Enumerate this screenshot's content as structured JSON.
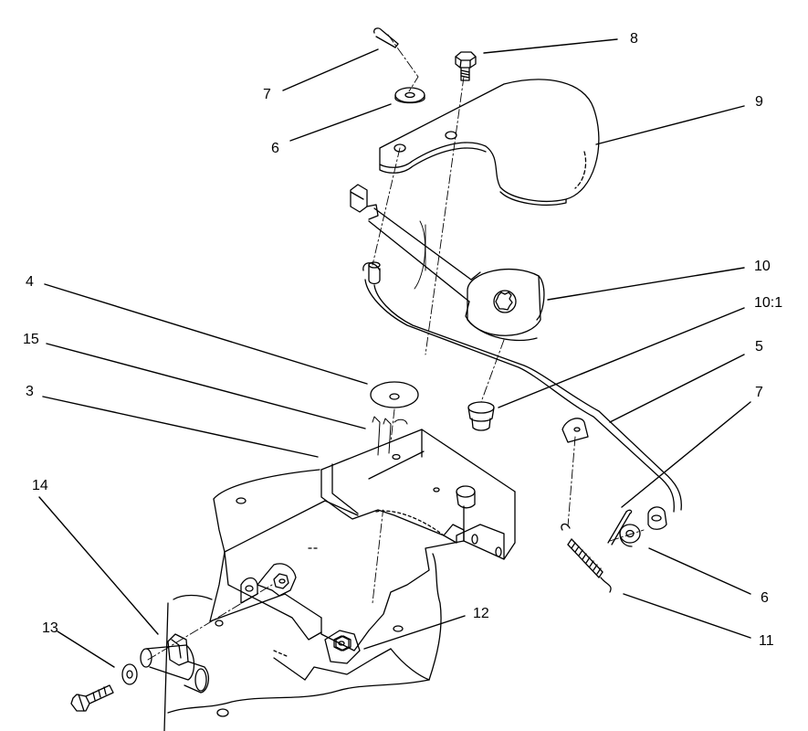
{
  "diagram": {
    "callouts": [
      {
        "id": "c-7-top",
        "label": "7"
      },
      {
        "id": "c-8",
        "label": "8"
      },
      {
        "id": "c-9",
        "label": "9"
      },
      {
        "id": "c-6-top",
        "label": "6"
      },
      {
        "id": "c-10",
        "label": "10"
      },
      {
        "id": "c-10-1",
        "label": "10:1"
      },
      {
        "id": "c-4",
        "label": "4"
      },
      {
        "id": "c-15",
        "label": "15"
      },
      {
        "id": "c-5",
        "label": "5"
      },
      {
        "id": "c-3",
        "label": "3"
      },
      {
        "id": "c-7-right",
        "label": "7"
      },
      {
        "id": "c-14",
        "label": "14"
      },
      {
        "id": "c-6-right",
        "label": "6"
      },
      {
        "id": "c-12",
        "label": "12"
      },
      {
        "id": "c-13",
        "label": "13"
      },
      {
        "id": "c-11",
        "label": "11"
      }
    ]
  },
  "colors": {
    "ink": "#000000",
    "paper": "#ffffff"
  }
}
